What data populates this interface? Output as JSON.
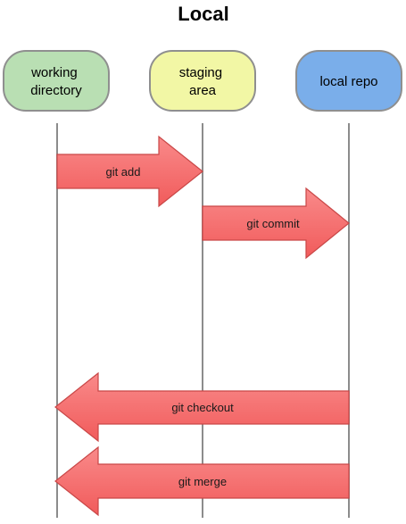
{
  "title": "Local",
  "nodes": [
    {
      "id": "working-directory",
      "lines": [
        "working",
        "directory"
      ],
      "fill": "#b9dfb3",
      "stroke": "#8f8f8f"
    },
    {
      "id": "staging-area",
      "lines": [
        "staging",
        "area"
      ],
      "fill": "#f2f7a5",
      "stroke": "#8f8f8f"
    },
    {
      "id": "local-repo",
      "lines": [
        "local repo"
      ],
      "fill": "#7aaeea",
      "stroke": "#8f8f8f"
    }
  ],
  "arrows": [
    {
      "id": "git-add",
      "label": "git add",
      "from": "working-directory",
      "to": "staging-area"
    },
    {
      "id": "git-commit",
      "label": "git commit",
      "from": "staging-area",
      "to": "local-repo"
    },
    {
      "id": "git-checkout",
      "label": "git checkout",
      "from": "local-repo",
      "to": "working-directory"
    },
    {
      "id": "git-merge",
      "label": "git merge",
      "from": "local-repo",
      "to": "working-directory"
    }
  ],
  "colors": {
    "arrow_fill": "#f15b5b",
    "arrow_fill_light": "#f98a8a",
    "arrow_stroke": "#c94747",
    "lifeline": "#8c8c8c"
  }
}
